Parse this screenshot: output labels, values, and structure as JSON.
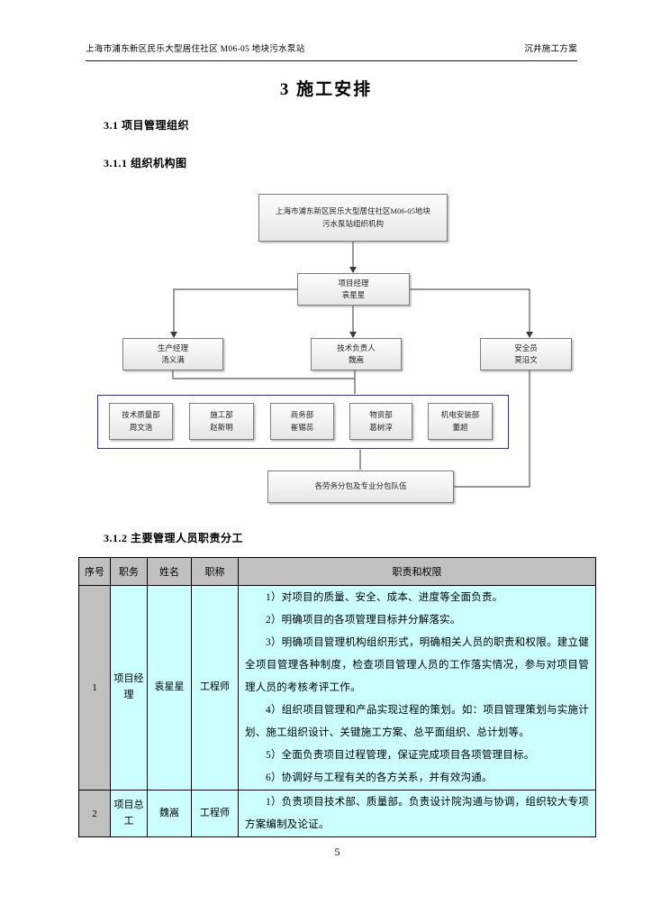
{
  "header": {
    "left": "上海市浦东新区民乐大型居住社区 M06-05 地块污水泵站",
    "right": "沉井施工方案"
  },
  "title": "3  施工安排",
  "sections": {
    "s31": "3.1 项目管理组织",
    "s311": "3.1.1 组织机构图",
    "s312": "3.1.2 主要管理人员职责分工"
  },
  "org_chart": {
    "root": {
      "line1": "上海市浦东新区民乐大型居住社区M06-05地块",
      "line2": "污水泵站组织机构"
    },
    "manager": {
      "role": "项目经理",
      "name": "袁星星"
    },
    "level2": [
      {
        "role": "生产经理",
        "name": "汤义满"
      },
      {
        "role": "技术负责人",
        "name": "魏嵩"
      },
      {
        "role": "安全员",
        "name": "莫沿文"
      }
    ],
    "departments": [
      {
        "role": "技术质量部",
        "name": "周文浩"
      },
      {
        "role": "施工部",
        "name": "赵新明"
      },
      {
        "role": "商务部",
        "name": "崔锡蕊"
      },
      {
        "role": "物资部",
        "name": "葛树淳"
      },
      {
        "role": "机电安装部",
        "name": "董超"
      }
    ],
    "subcontractor": "各劳务分包及专业分包队伍"
  },
  "table": {
    "headers": [
      "序号",
      "职务",
      "姓名",
      "职称",
      "职责和权限"
    ],
    "rows": [
      {
        "no": "1",
        "role": "项目经理",
        "name": "袁星星",
        "title": "工程师",
        "duties": [
          "1）对项目的质量、安全、成本、进度等全面负责。",
          "2）明确项目的各项管理目标并分解落实。",
          "3）明确项目管理机构组织形式，明确相关人员的职责和权限。建立健全项目管理各种制度，检查项目管理人员的工作落实情况，参与对项目管理人员的考核考评工作。",
          "4）组织项目管理和产品实现过程的策划。如：项目管理策划与实施计划、施工组织设计、关键施工方案、总平面组织、总计划等。",
          "5）全面负责项目过程管理，保证完成项目各项管理目标。",
          "6）协调好与工程有关的各方关系，并有效沟通。"
        ]
      },
      {
        "no": "2",
        "role": "项目总工",
        "name": "魏嵩",
        "title": "工程师",
        "duties": [
          "1）负责项目技术部、质量部。负责设计院沟通与协调，组织较大专项方案编制及论证。"
        ]
      }
    ]
  },
  "page_number": "5",
  "colors": {
    "table_header_bg": "#c0c0c0",
    "table_body_bg": "#ccffff",
    "group_border": "#2929d6",
    "box_border": "#7f7f7f",
    "connector": "#595959"
  }
}
